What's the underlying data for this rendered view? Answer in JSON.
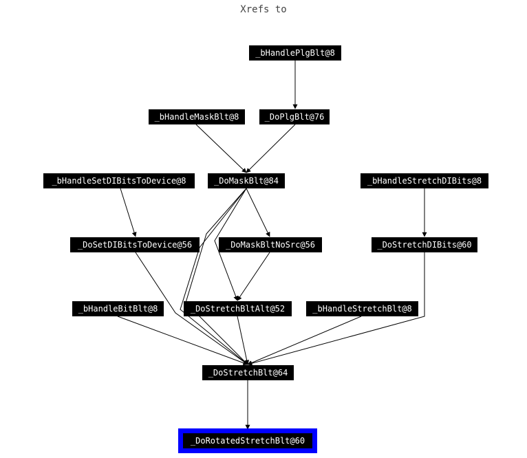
{
  "title": "Xrefs to",
  "nodes": {
    "bHandlePlgBlt": "_bHandlePlgBlt@8",
    "bHandleMaskBlt": "_bHandleMaskBlt@8",
    "DoPlgBlt": "_DoPlgBlt@76",
    "bHandleSetDIBitsToDevice": "_bHandleSetDIBitsToDevice@8",
    "DoMaskBlt": "_DoMaskBlt@84",
    "bHandleStretchDIBits": "_bHandleStretchDIBits@8",
    "DoSetDIBitsToDevice": "_DoSetDIBitsToDevice@56",
    "DoMaskBltNoSrc": "_DoMaskBltNoSrc@56",
    "DoStretchDIBits": "_DoStretchDIBits@60",
    "bHandleBitBlt": "_bHandleBitBlt@8",
    "DoStretchBltAlt": "_DoStretchBltAlt@52",
    "bHandleStretchBlt": "_bHandleStretchBlt@8",
    "DoStretchBlt": "_DoStretchBlt@64",
    "DoRotatedStretchBlt": "_DoRotatedStretchBlt@60"
  },
  "selected_node": "DoRotatedStretchBlt",
  "colors": {
    "node_bg": "#000000",
    "node_text": "#ffffff",
    "selected_border": "#0000ff",
    "edge": "#000000"
  }
}
